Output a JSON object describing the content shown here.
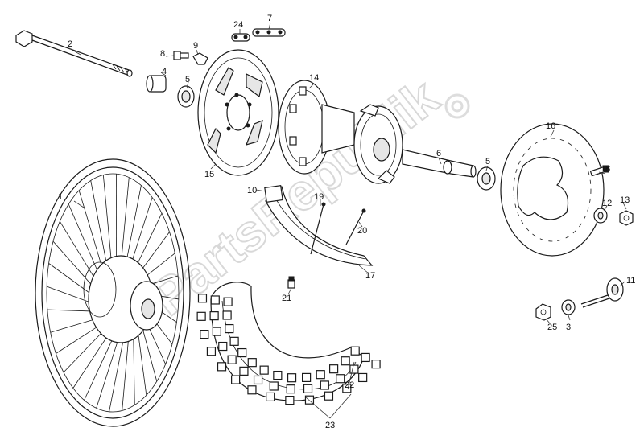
{
  "watermark": {
    "text": "PartsRepublik",
    "color": "#cfcfcf"
  },
  "callouts": [
    {
      "id": "c1",
      "label": "1"
    },
    {
      "id": "c2",
      "label": "2"
    },
    {
      "id": "c3",
      "label": "3"
    },
    {
      "id": "c4",
      "label": "4"
    },
    {
      "id": "c5a",
      "label": "5"
    },
    {
      "id": "c5b",
      "label": "5"
    },
    {
      "id": "c6",
      "label": "6"
    },
    {
      "id": "c7",
      "label": "7"
    },
    {
      "id": "c8",
      "label": "8"
    },
    {
      "id": "c9",
      "label": "9"
    },
    {
      "id": "c10",
      "label": "10"
    },
    {
      "id": "c11",
      "label": "11"
    },
    {
      "id": "c12",
      "label": "12"
    },
    {
      "id": "c13",
      "label": "13"
    },
    {
      "id": "c14",
      "label": "14"
    },
    {
      "id": "c15",
      "label": "15"
    },
    {
      "id": "c16",
      "label": "16"
    },
    {
      "id": "c17",
      "label": "17"
    },
    {
      "id": "c18",
      "label": "18"
    },
    {
      "id": "c19",
      "label": "19"
    },
    {
      "id": "c20",
      "label": "20"
    },
    {
      "id": "c21",
      "label": "21"
    },
    {
      "id": "c22",
      "label": "22"
    },
    {
      "id": "c23",
      "label": "23"
    },
    {
      "id": "c24",
      "label": "24"
    },
    {
      "id": "c25",
      "label": "25"
    }
  ]
}
